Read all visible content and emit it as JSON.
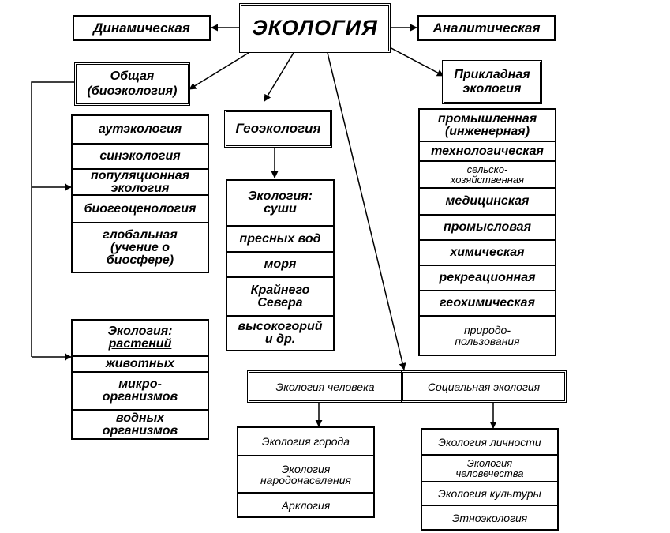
{
  "title": "ЭКОЛОГИЯ",
  "top_left": "Динамическая",
  "top_right": "Аналитическая",
  "general": "Общая\n(биоэкология)",
  "applied": "Прикладная\nэкология",
  "geo": "Геоэкология",
  "general_list": [
    "аутэкология",
    "синэкология",
    "популяционная\nэкология",
    "биогеоценология",
    "глобальная\n(учение о\nбиосфере)"
  ],
  "organisms_list": [
    "Экология:\nрастений",
    "животных",
    "микро-\nорганизмов",
    "водных\nорганизмов"
  ],
  "geo_list": [
    "Экология:\nсуши",
    "пресных вод",
    "моря",
    "Крайнего\nСевера",
    "высокогорий\nи др."
  ],
  "applied_list": [
    "промышленная\n(инженерная)",
    "технологическая",
    "сельско-\nхозяйственная",
    "медицинская",
    "промысловая",
    "химическая",
    "рекреационная",
    "геохимическая",
    "природо-\nпользования"
  ],
  "human": "Экология человека",
  "social": "Социальная экология",
  "human_list": [
    "Экология города",
    "Экология\nнародонаселения",
    "Арклогия"
  ],
  "social_list": [
    "Экология личности",
    "Экология\nчеловечества",
    "Экология культуры",
    "Этноэкология"
  ]
}
